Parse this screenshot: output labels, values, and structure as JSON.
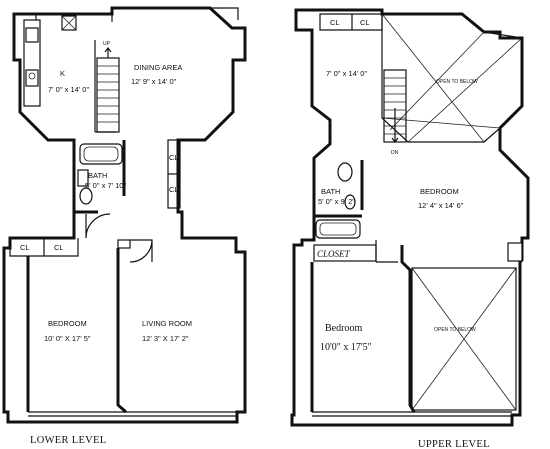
{
  "lower_level": {
    "caption": "LOWER LEVEL",
    "kitchen": {
      "name": "K",
      "dimensions": "7' 0\" x 14' 0\""
    },
    "dining": {
      "name": "DINING AREA",
      "dimensions": "12' 9\" x 14' 0\""
    },
    "stair_up": "UP",
    "bath": {
      "name": "BATH",
      "dimensions": "5' 0\" x 7' 10\""
    },
    "closet_a": "CL",
    "closet_b": "CL",
    "closet_c": "CL",
    "closet_d": "CL",
    "bedroom": {
      "name": "BEDROOM",
      "dimensions": "10' 0\" X 17' 5\""
    },
    "living": {
      "name": "LIVING ROOM",
      "dimensions": "12' 3\" X 17' 2\""
    }
  },
  "upper_level": {
    "caption": "UPPER LEVEL",
    "closet_a": "CL",
    "closet_b": "CL",
    "room": {
      "dimensions": "7' 0\" x 14' 0\""
    },
    "open_below_top": "OPEN TO BELOW",
    "stair_dn": "DN",
    "bedroom": {
      "name": "BEDROOM",
      "dimensions": "12' 4\" x 14' 6\""
    },
    "bath": {
      "name": "BATH",
      "dimensions": "5' 0\" x 9' 2\""
    },
    "closet_label": "CLOSET",
    "bedroom2": {
      "name": "Bedroom",
      "dimensions": "10'0\" x 17'5\""
    },
    "open_below_bottom": "OPEN TO BELOW"
  }
}
